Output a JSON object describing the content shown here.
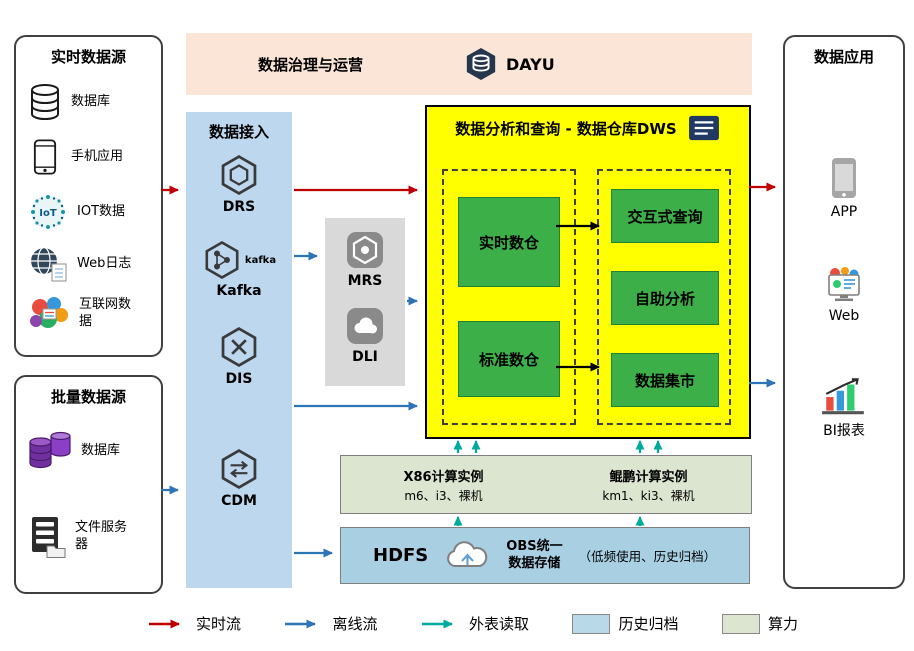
{
  "colors": {
    "realtime_flow": "#c00000",
    "offline_flow": "#2e75b6",
    "external_read": "#00a99d",
    "history_archive_bg": "#b7d9e8",
    "compute_bg": "#dce5cf",
    "governance_bg": "#fbe5d6",
    "ingestion_bg": "#bdd7ee",
    "dws_bg": "#ffff00",
    "module_green": "#3daf49",
    "middleware_bg": "#d9d9d9",
    "hdfs_bg": "#a9cfe3"
  },
  "realtime_sources": {
    "title": "实时数据源",
    "items": [
      {
        "label": "数据库"
      },
      {
        "label": "手机应用"
      },
      {
        "label": "IOT数据"
      },
      {
        "label": "Web日志"
      },
      {
        "label": "互联网数据"
      }
    ]
  },
  "batch_sources": {
    "title": "批量数据源",
    "items": [
      {
        "label": "数据库"
      },
      {
        "label": "文件服务器"
      }
    ]
  },
  "governance": {
    "title": "数据治理与运营",
    "product": "DAYU"
  },
  "ingestion": {
    "title": "数据接入",
    "kafka_wordmark": "kafka",
    "items": [
      "DRS",
      "Kafka",
      "DIS",
      "CDM"
    ]
  },
  "middleware": {
    "items": [
      "MRS",
      "DLI"
    ]
  },
  "dws": {
    "title": "数据分析和查询 - 数据仓库DWS",
    "left_modules": [
      "实时数仓",
      "标准数仓"
    ],
    "right_modules": [
      "交互式查询",
      "自助分析",
      "数据集市"
    ]
  },
  "compute": {
    "x86": {
      "title": "X86计算实例",
      "models": "m6、i3、裸机"
    },
    "kunpeng": {
      "title": "鲲鹏计算实例",
      "models": "km1、ki3、裸机"
    }
  },
  "storage": {
    "hdfs": "HDFS",
    "obs_line1": "OBS统一",
    "obs_line2": "数据存储",
    "note": "（低频使用、历史归档）"
  },
  "applications": {
    "title": "数据应用",
    "items": [
      {
        "label": "APP"
      },
      {
        "label": "Web"
      },
      {
        "label": "BI报表"
      }
    ]
  },
  "legend": {
    "items": [
      {
        "label": "实时流"
      },
      {
        "label": "离线流"
      },
      {
        "label": "外表读取"
      },
      {
        "label": "历史归档"
      },
      {
        "label": "算力"
      }
    ]
  }
}
